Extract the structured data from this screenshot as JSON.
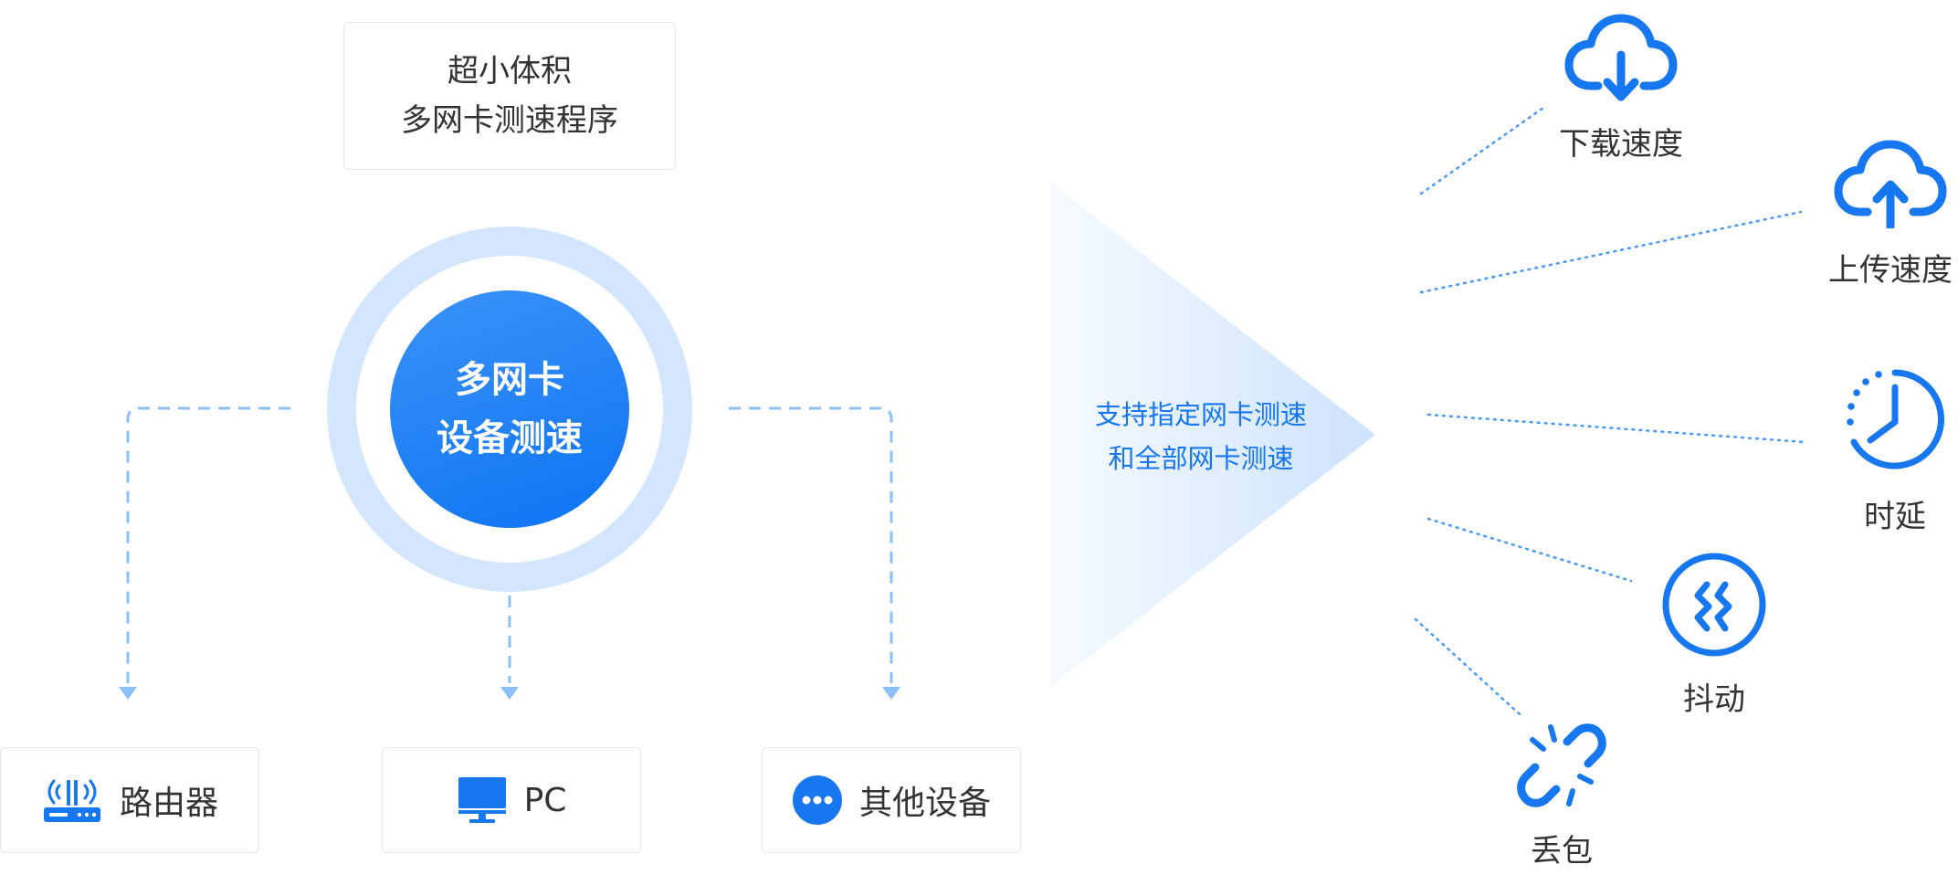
{
  "header": {
    "line1": "超小体积",
    "line2": "多网卡测速程序"
  },
  "center": {
    "line1": "多网卡",
    "line2": "设备测速"
  },
  "devices": [
    {
      "label": "路由器",
      "icon": "router-icon"
    },
    {
      "label": "PC",
      "icon": "monitor-icon"
    },
    {
      "label": "其他设备",
      "icon": "more-dots-icon"
    }
  ],
  "funnel": {
    "line1": "支持指定网卡测速",
    "line2": "和全部网卡测速"
  },
  "metrics": [
    {
      "label": "下载速度",
      "icon": "cloud-download-icon"
    },
    {
      "label": "上传速度",
      "icon": "cloud-upload-icon"
    },
    {
      "label": "时延",
      "icon": "clock-icon"
    },
    {
      "label": "抖动",
      "icon": "jitter-icon"
    },
    {
      "label": "丢包",
      "icon": "broken-link-icon"
    }
  ],
  "colors": {
    "accent": "#1677f0",
    "ring": "#d4e6fe",
    "connector": "#8cc0f8",
    "dotted": "#4a9af5"
  }
}
